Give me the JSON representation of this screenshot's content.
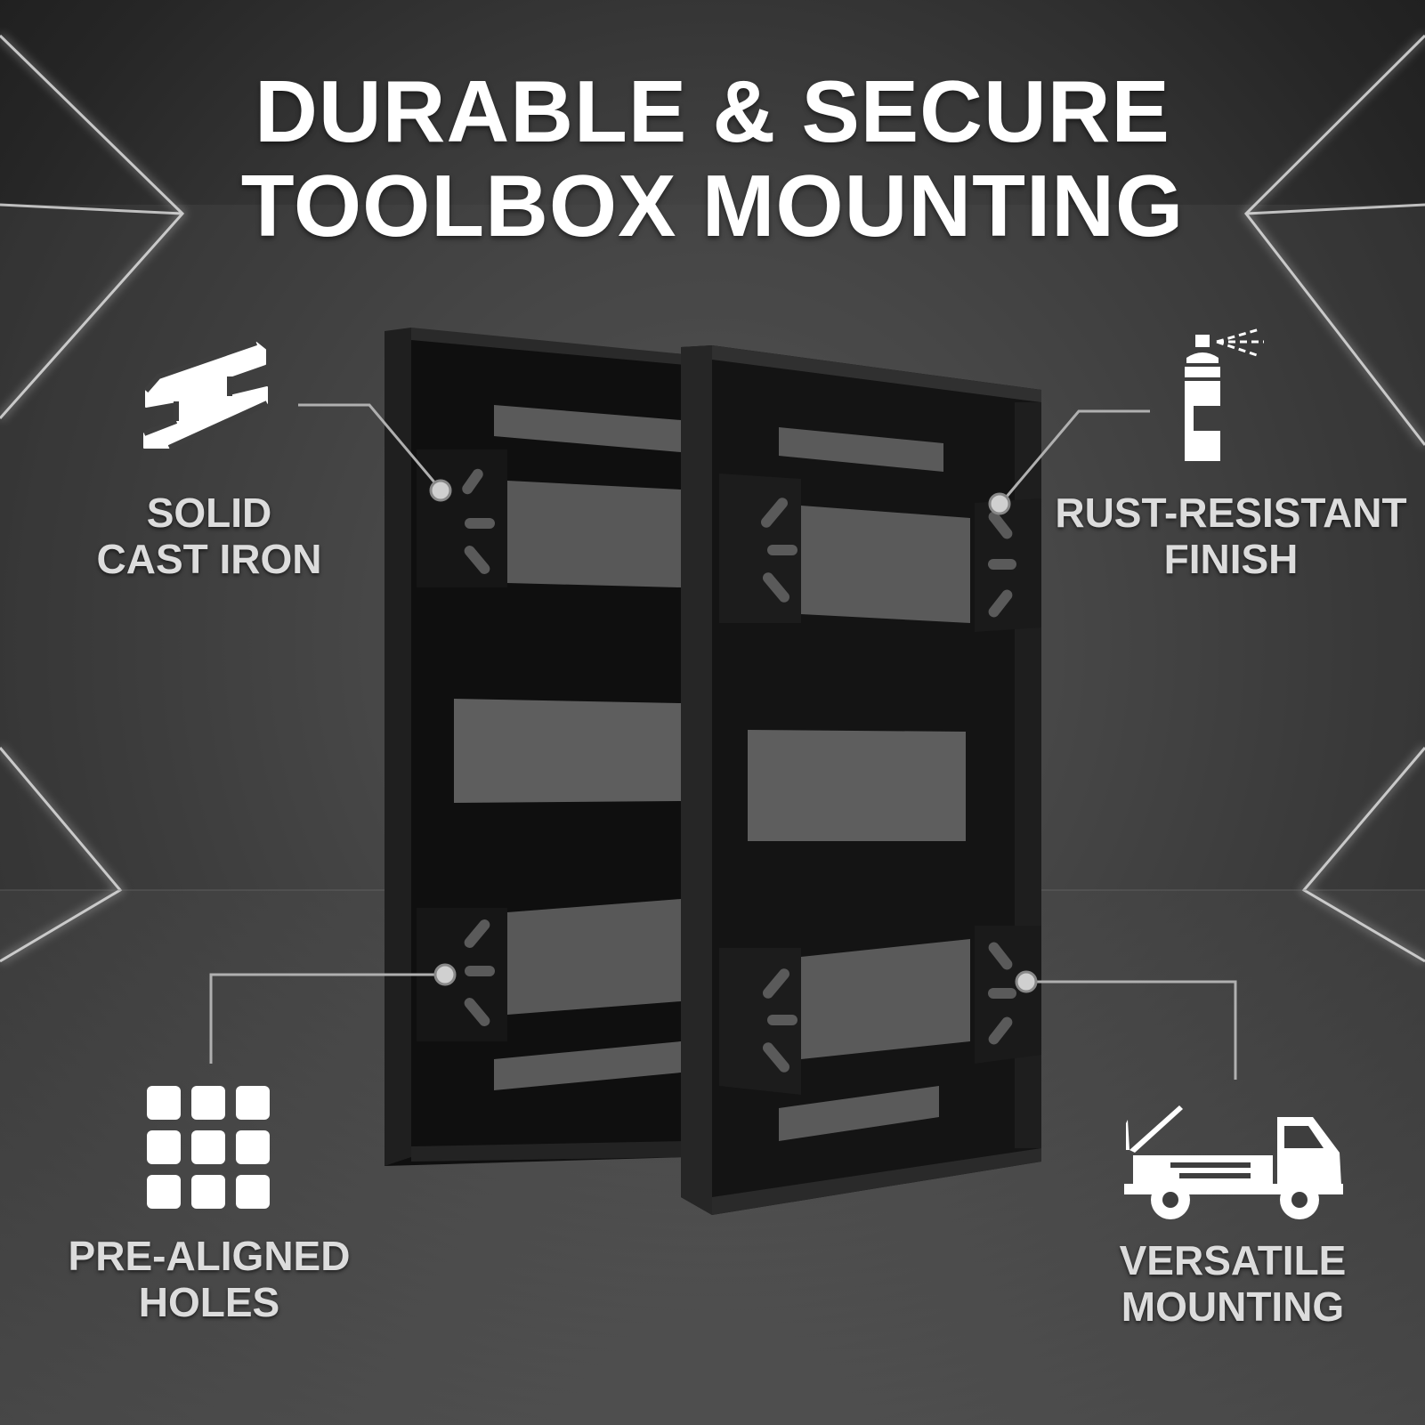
{
  "headline": {
    "line1": "DURABLE & SECURE",
    "line2": "TOOLBOX MOUNTING"
  },
  "features": {
    "cast_iron": {
      "icon": "steel-beam-icon",
      "line1": "SOLID",
      "line2": "CAST IRON"
    },
    "rust": {
      "icon": "spray-can-icon",
      "line1": "RUST-RESISTANT",
      "line2": "FINISH"
    },
    "holes": {
      "icon": "grid-icon",
      "line1": "PRE-ALIGNED",
      "line2": "HOLES"
    },
    "mounting": {
      "icon": "truck-icon",
      "line1": "VERSATILE",
      "line2": "MOUNTING"
    }
  },
  "colors": {
    "background": "#3e3e3e",
    "text": "#ffffff",
    "label": "#dcdcdc",
    "bracket": "#141414",
    "light_beam": "#d8d8d8"
  }
}
